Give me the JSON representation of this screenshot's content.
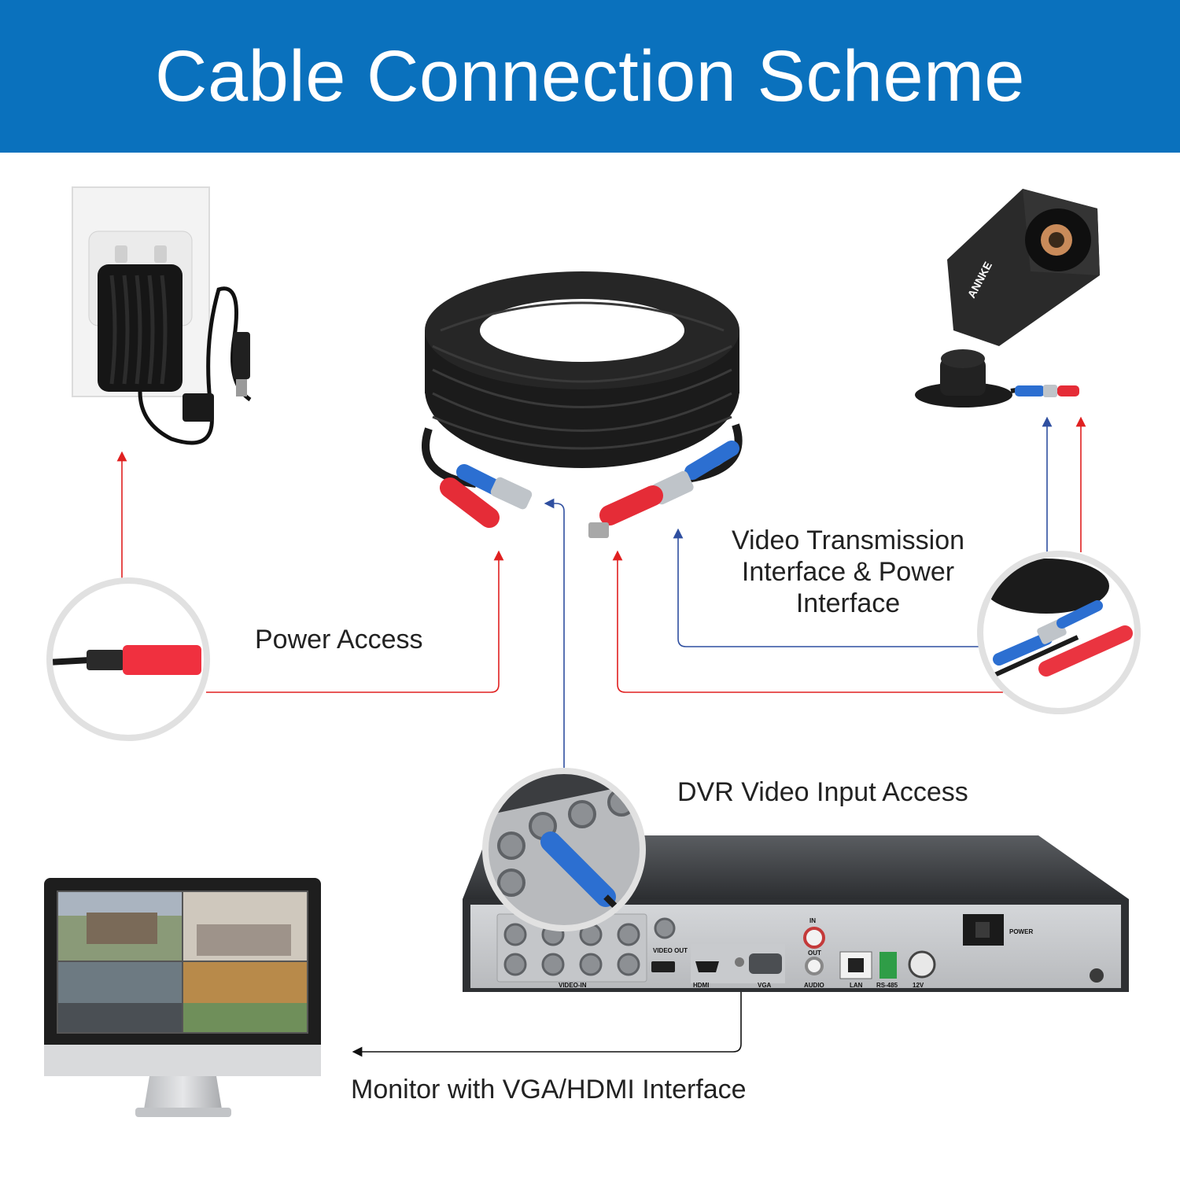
{
  "header": {
    "title": "Cable Connection Scheme"
  },
  "labels": {
    "power_access": "Power Access",
    "video_transmission": [
      "Video Transmission",
      "Interface & Power",
      "Interface"
    ],
    "dvr_video_input": "DVR Video Input Access",
    "monitor": "Monitor with VGA/HDMI Interface"
  },
  "camera": {
    "brand": "ANNKE"
  },
  "dvr": {
    "ports": [
      "VIDEO-IN",
      "VIDEO OUT",
      "HDMI",
      "VGA",
      "AUDIO",
      "LAN",
      "RS-485",
      "12V",
      "POWER",
      "IN",
      "OUT"
    ]
  },
  "colors": {
    "header_bg": "#0a71bd",
    "power_line": "#e02020",
    "video_line": "#2f4fa0",
    "circle_border": "#e1e1e1"
  },
  "icons": [
    "power-adapter-icon",
    "cable-coil-icon",
    "security-camera-icon",
    "dvr-icon",
    "monitor-icon"
  ]
}
